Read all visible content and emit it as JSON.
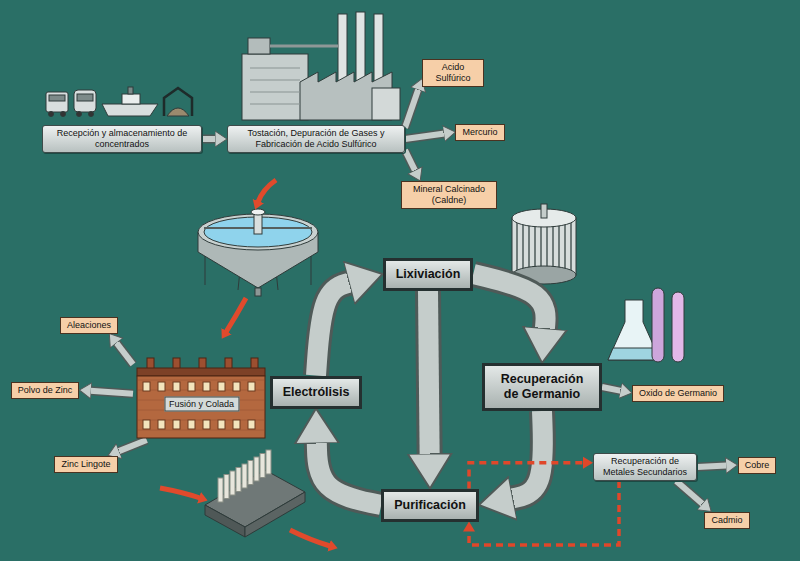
{
  "diagram": {
    "nodes": [
      {
        "text": [
          "Recepción y almacenamiento de concentrados"
        ]
      },
      {
        "text": [
          "Tostación, Depuración de Gases y Fabricación de Acido Sulfúrico"
        ]
      },
      {
        "text": [
          "Acido Sulfúrico"
        ]
      },
      {
        "text": [
          "Mercurio"
        ]
      },
      {
        "text": [
          "Mineral Calcinado (Caldne)"
        ]
      },
      {
        "text": [
          "Lixiviación"
        ]
      },
      {
        "text": [
          "Recuperación de Germanio"
        ]
      },
      {
        "text": [
          "Purificación"
        ]
      },
      {
        "text": [
          "Electrólisis"
        ]
      },
      {
        "text": [
          "Fusión y Colada"
        ]
      },
      {
        "text": [
          "Aleaciones"
        ]
      },
      {
        "text": [
          "Polvo de Zinc"
        ]
      },
      {
        "text": [
          "Zinc Lingote"
        ]
      },
      {
        "text": [
          "Oxido de Germanio"
        ]
      },
      {
        "text": [
          "Recuperación de Metales Secundarios"
        ]
      },
      {
        "text": [
          "Cobre"
        ]
      },
      {
        "text": [
          "Cadmio"
        ]
      }
    ],
    "edges": [
      {
        "from": 0,
        "to": 1,
        "arrow": "to"
      },
      {
        "from": 1,
        "to": 2,
        "arrow": "to"
      },
      {
        "from": 1,
        "to": 3,
        "arrow": "to"
      },
      {
        "from": 1,
        "to": 4,
        "arrow": "to"
      },
      {
        "from": 5,
        "to": 6,
        "arrow": "to"
      },
      {
        "from": 6,
        "to": 7,
        "arrow": "to"
      },
      {
        "from": 7,
        "to": 8,
        "arrow": "to"
      },
      {
        "from": 8,
        "to": 5,
        "arrow": "to"
      },
      {
        "from": 5,
        "to": 7,
        "arrow": "to"
      },
      {
        "from": 6,
        "to": 13,
        "arrow": "to"
      },
      {
        "from": 7,
        "to": 14,
        "arrow": "to"
      },
      {
        "from": 14,
        "to": 7,
        "arrow": "to"
      },
      {
        "from": 14,
        "to": 15,
        "arrow": "to"
      },
      {
        "from": 14,
        "to": 16,
        "arrow": "to"
      },
      {
        "from": 9,
        "to": 10,
        "arrow": "to"
      },
      {
        "from": 9,
        "to": 11,
        "arrow": "to"
      },
      {
        "from": 9,
        "to": 12,
        "arrow": "to"
      }
    ]
  }
}
